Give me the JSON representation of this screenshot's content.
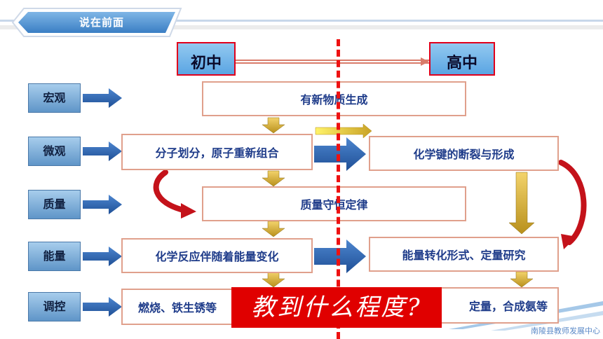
{
  "header": {
    "title": "说在前面"
  },
  "stages": {
    "junior": "初中",
    "senior": "高中"
  },
  "categories": [
    "宏观",
    "微观",
    "质量",
    "能量",
    "调控"
  ],
  "junior_boxes": {
    "new_substance": "有新物质生成",
    "molecule_split": "分子划分，原子重新组合",
    "mass_conservation": "质量守恒定律",
    "energy_change": "化学反应伴随着能量变化",
    "regulation": "燃烧、铁生锈等"
  },
  "senior_boxes": {
    "bond": "化学键的断裂与形成",
    "energy_form": "能量转化形式、定量研究",
    "quantitative": "定量，合成氨等"
  },
  "overlay": {
    "question": "教到什么程度?"
  },
  "footer": {
    "org": "南陵县教师发展中心"
  },
  "colors": {
    "accent_red": "#e0001b",
    "banner_blue": "#5b9bd5",
    "arrow_blue": "#2f5fa5",
    "arrow_gold": "#c9a227"
  }
}
